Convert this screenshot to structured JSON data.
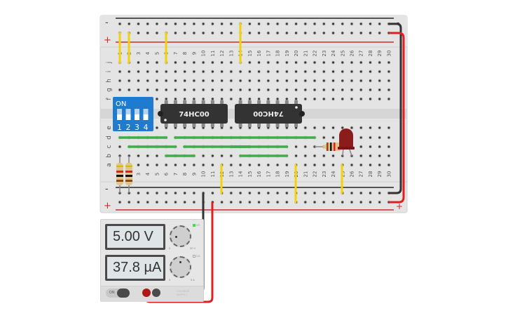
{
  "breadboard": {
    "columns": 30,
    "row_labels_top": [
      "j",
      "i",
      "h",
      "g",
      "f"
    ],
    "row_labels_bottom": [
      "e",
      "d",
      "c",
      "b",
      "a"
    ],
    "rail_minus_label": "-",
    "rail_plus_label": "+",
    "colors": {
      "board": "#e6e6e6",
      "hole": "#3a3a3a",
      "rail_red": "#cc2b2b",
      "rail_dark": "#555555"
    }
  },
  "dip_switch": {
    "on_label": "ON",
    "switch_labels": [
      "1",
      "2",
      "3",
      "4"
    ],
    "states": [
      false,
      false,
      false,
      false
    ],
    "color": "#1e7bd0"
  },
  "chips": [
    {
      "label": "74HC00",
      "orientation": "normal"
    },
    {
      "label": "74HC00",
      "orientation": "rotated"
    }
  ],
  "wires": {
    "yellow": "#f2d20a",
    "green": "#3fae49",
    "red": "#e02020",
    "black": "#333333"
  },
  "led": {
    "color": "#8b1c1c",
    "state": "off"
  },
  "power_supply": {
    "voltage_display": "5.00 V",
    "current_display": "37.8 µA",
    "voltage_knob": {
      "min_label": "0",
      "max_label": "30 V",
      "indicator_label": "VC",
      "indicator_on": true
    },
    "current_knob": {
      "min_label": "0",
      "max_label": "5 A",
      "indicator_label": "CC",
      "indicator_on": false
    },
    "power_switch_label": "ON",
    "brand_label": "VOLTAGE SUPPLY"
  }
}
